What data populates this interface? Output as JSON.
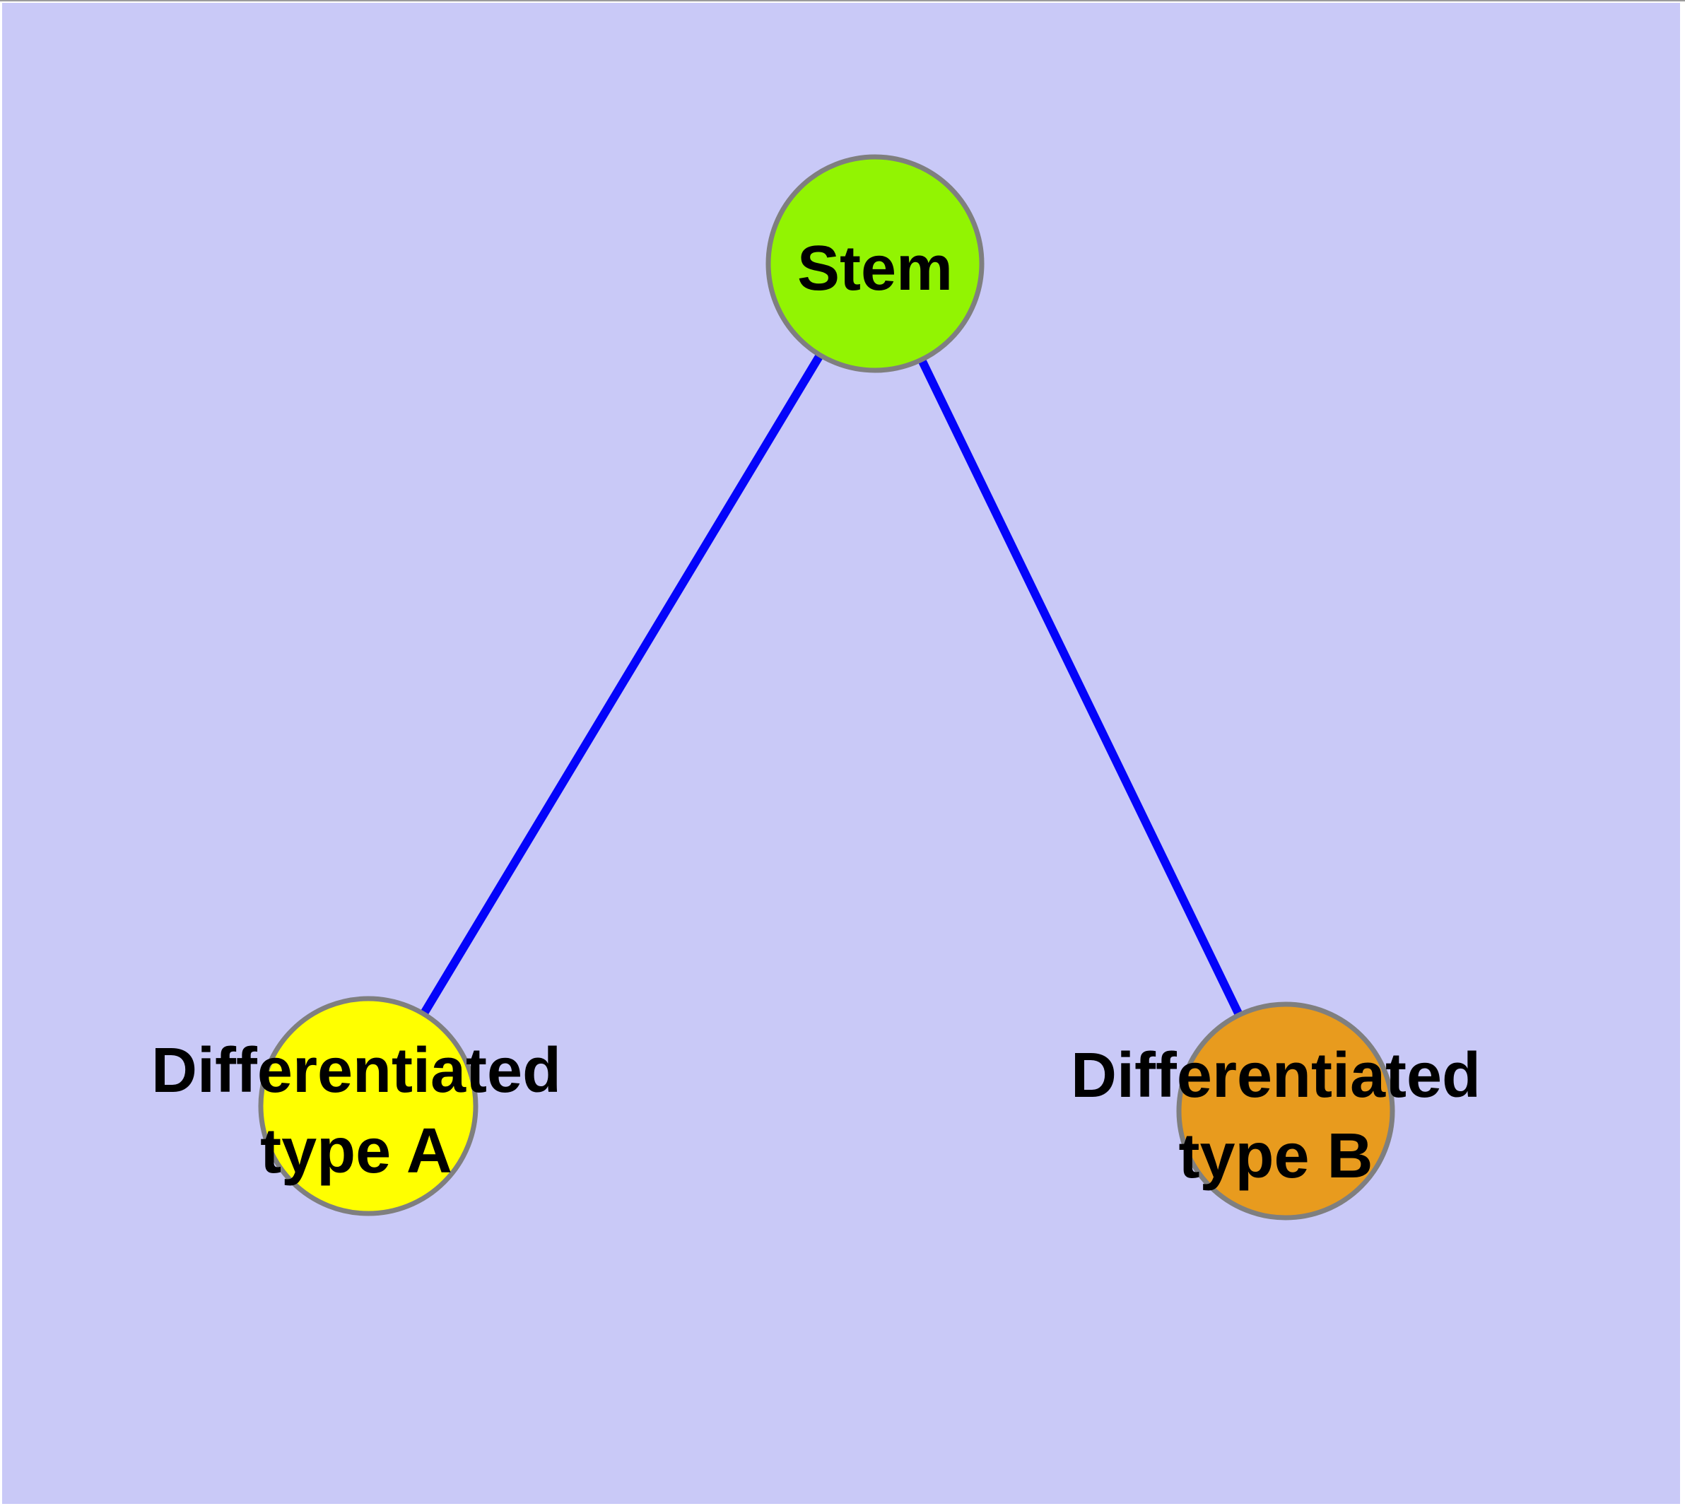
{
  "diagram": {
    "background_color": "#c9c9f7",
    "frame_color": "#ffffff",
    "top_edge_color": "#9b9b9b",
    "edge_color": "#0404fa",
    "node_border_color": "#7f7f7f",
    "label_color": "#000000",
    "nodes": [
      {
        "id": "stem",
        "label": "Stem",
        "fill": "#92f402"
      },
      {
        "id": "differentiated-type-a",
        "label": "Differentiated type A",
        "label_lines": [
          "Differentiated",
          "type A"
        ],
        "fill": "#ffff00"
      },
      {
        "id": "differentiated-type-b",
        "label": "Differentiated type B",
        "label_lines": [
          "Differentiated",
          "type B"
        ],
        "fill": "#e89b1e"
      }
    ],
    "edges": [
      {
        "source": "stem",
        "target": "differentiated-type-a"
      },
      {
        "source": "stem",
        "target": "differentiated-type-b"
      }
    ]
  }
}
